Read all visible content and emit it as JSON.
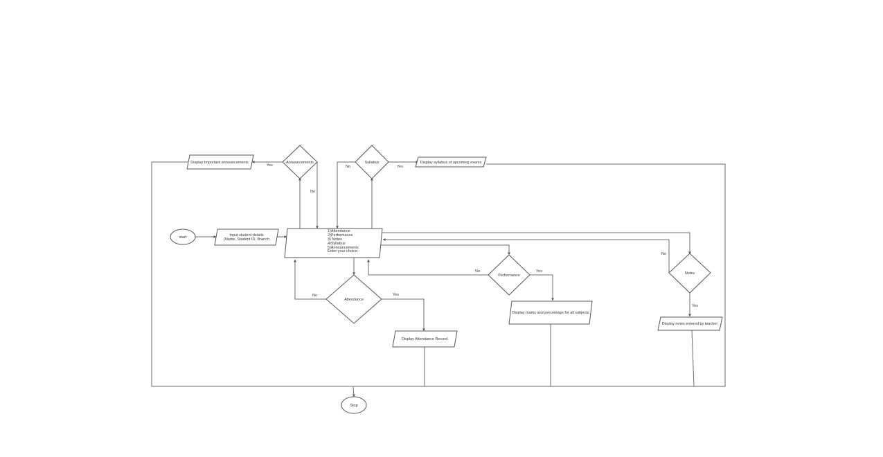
{
  "nodes": {
    "start": "start",
    "input_line1": "Input student details",
    "input_line2": "(Name, Student ID, Branch",
    "menu_line1": "1)Attendance",
    "menu_line2": "2)Performance",
    "menu_line3": "3) Notes",
    "menu_line4": "4)Syllabus",
    "menu_line5": "5)Announcements",
    "menu_line6": "Enter your choice:",
    "announcements": "Announcements",
    "display_announcements": "Display Important announcements",
    "syllabus": "Syllabus",
    "display_syllabus": "Display syllabus of upcoming exams",
    "attendance": "Attendance",
    "display_attendance": "Display Attendance Record",
    "performance": "Performance",
    "display_marks": "Display marks and percentage for all subjects",
    "notes": "Notes",
    "display_notes": "Display notes entered by teacher",
    "stop": "Stop"
  },
  "edge_labels": {
    "announcements_yes": "Yes",
    "announcements_no": "No",
    "syllabus_no": "No",
    "syllabus_yes": "Yes",
    "attendance_no": "No",
    "attendance_yes": "Yes",
    "performance_no": "No",
    "performance_yes": "Yes",
    "notes_no": "No",
    "notes_yes": "Yes"
  },
  "colors": {
    "line": "#6b6b6b",
    "shape_stroke": "#555555",
    "text": "#333333",
    "background": "#ffffff"
  }
}
